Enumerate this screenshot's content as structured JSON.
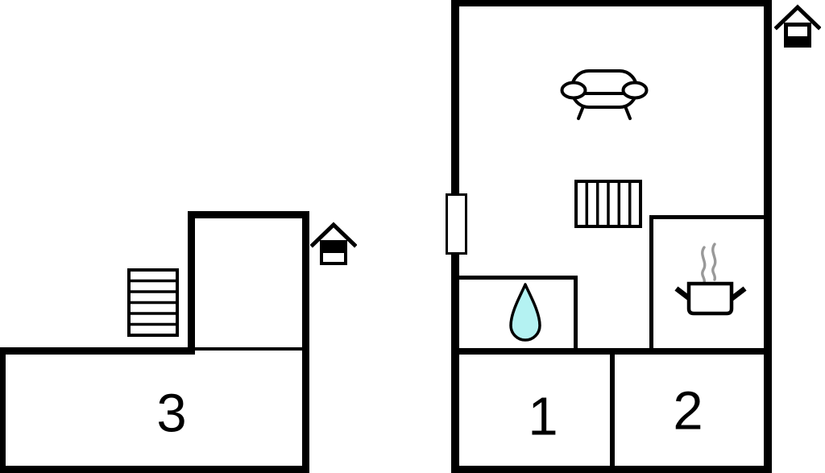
{
  "diagram": {
    "kind": "floor-plan",
    "rooms": {
      "room1": "1",
      "room2": "2",
      "room3": "3"
    },
    "icons": {
      "living_area": "sofa-icon",
      "heating": "radiator-icon",
      "kitchen": "cooking-pot-with-steam-icon",
      "bathroom": "water-drop-icon",
      "entry": "window-door-marker",
      "stairs": "stairs-icon",
      "ground_floor_marker": "house-ground-level-icon",
      "upper_floor_marker": "house-upper-level-icon"
    },
    "colors": {
      "wall": "#000000",
      "background": "#ffffff",
      "water_drop_fill": "#b4f2f2",
      "steam": "#999999"
    }
  }
}
